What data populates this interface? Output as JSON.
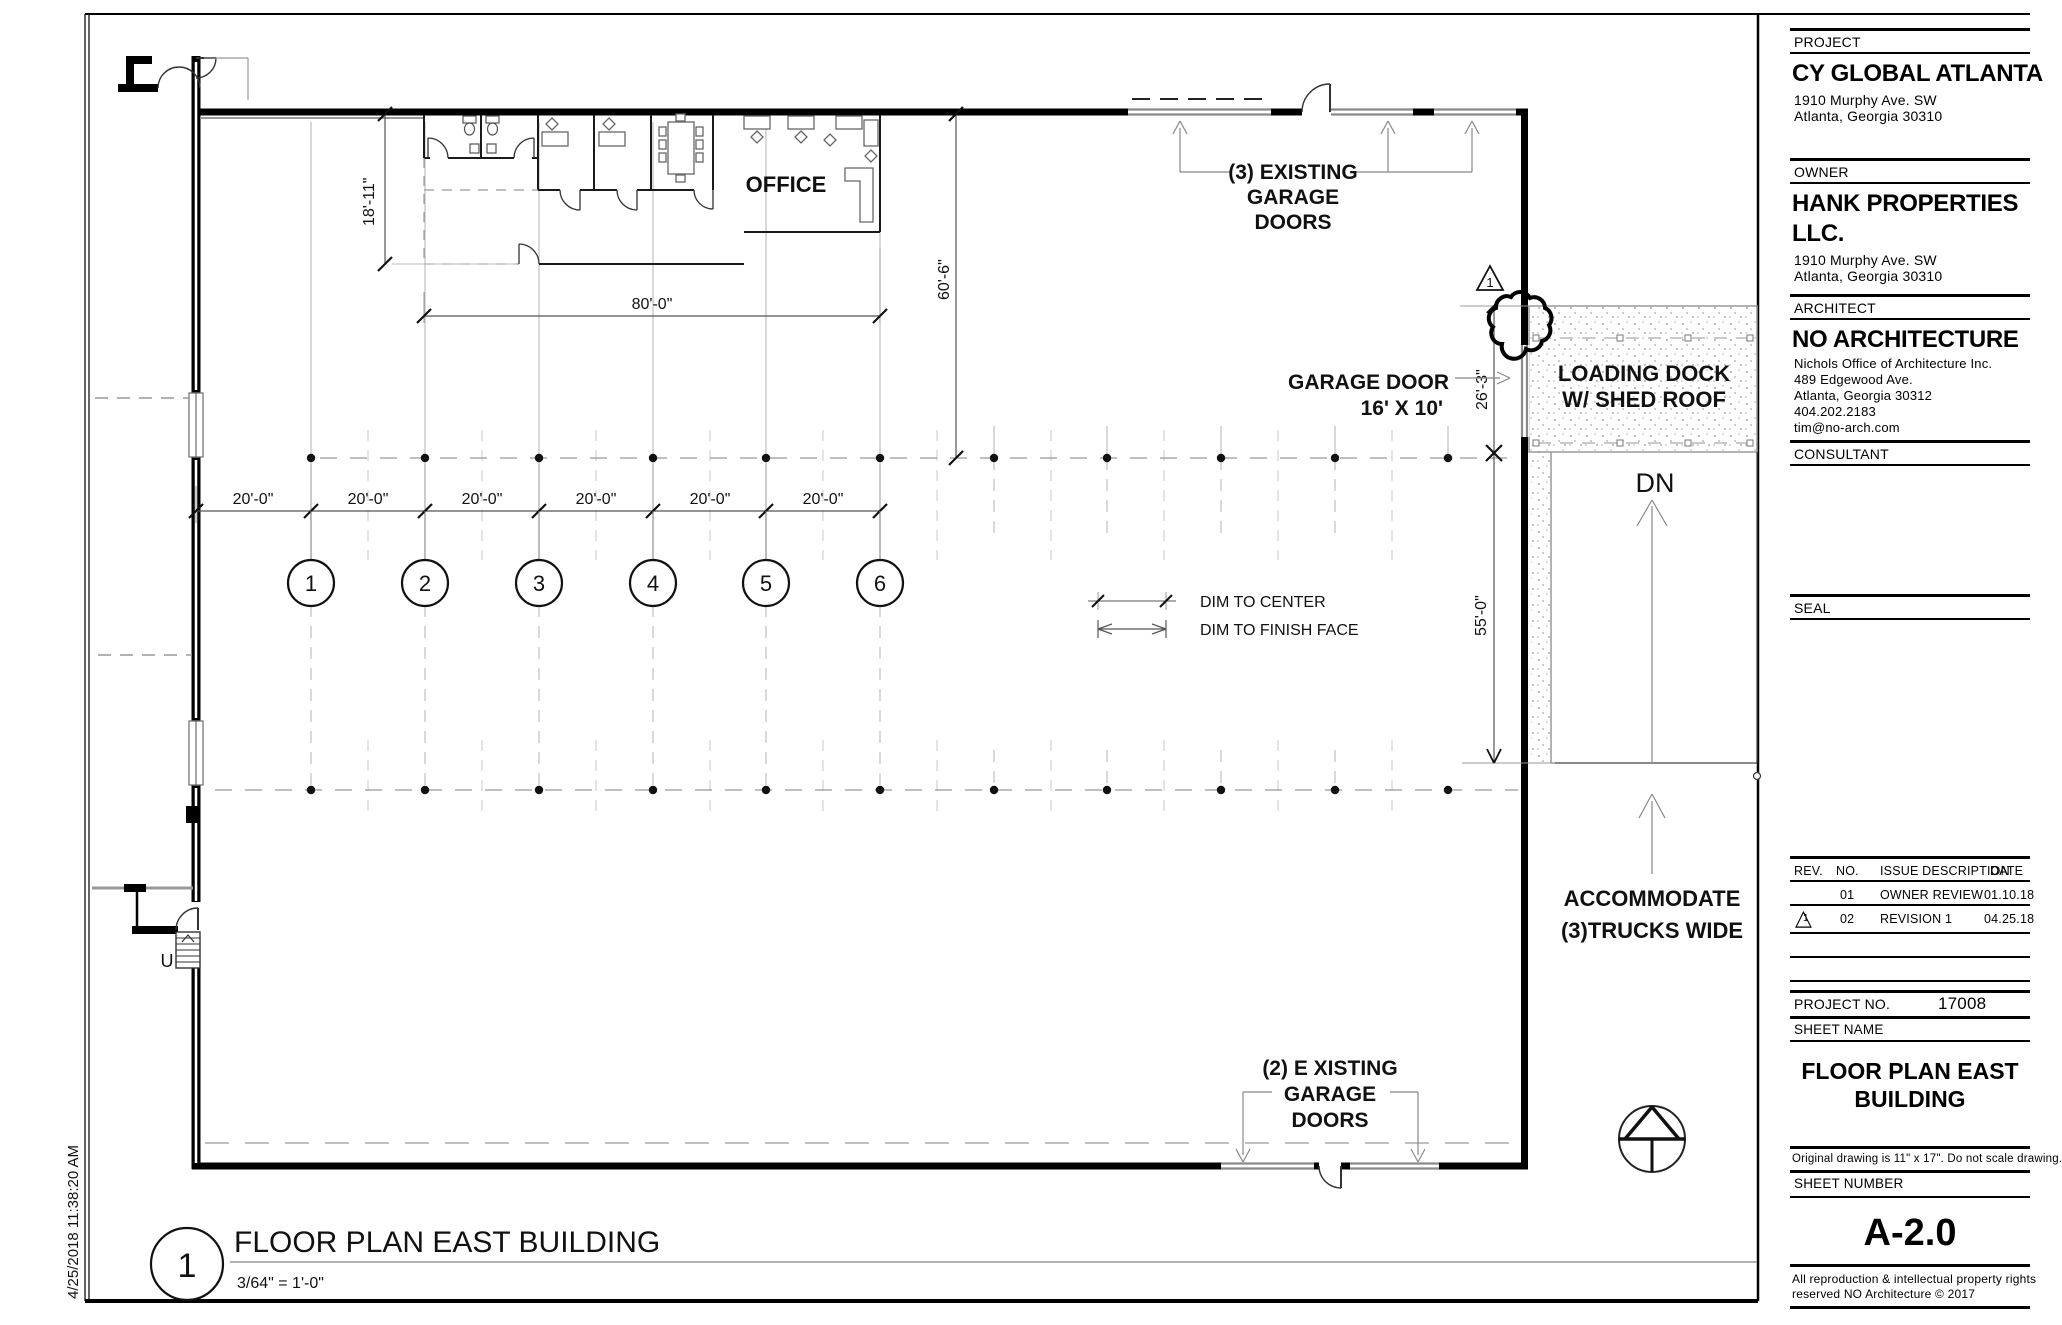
{
  "sheet": {
    "plan_number": "1",
    "plan_title": "FLOOR PLAN EAST BUILDING",
    "plan_scale": "3/64\" = 1'-0\"",
    "print_date": "4/25/2018 11:38:20 AM"
  },
  "title_block": {
    "project_label": "PROJECT",
    "project_name": "CY GLOBAL ATLANTA",
    "project_address1": "1910 Murphy Ave. SW",
    "project_address2": "Atlanta, Georgia 30310",
    "owner_label": "OWNER",
    "owner_name1": "HANK PROPERTIES",
    "owner_name2": "LLC.",
    "owner_address1": "1910 Murphy Ave. SW",
    "owner_address2": "Atlanta, Georgia 30310",
    "architect_label": "ARCHITECT",
    "architect_name": "NO ARCHITECTURE",
    "architect_info": [
      "Nichols Office of Architecture Inc.",
      "489 Edgewood Ave.",
      "Atlanta, Georgia 30312",
      "404.202.2183",
      "tim@no-arch.com"
    ],
    "consultant_label": "CONSULTANT",
    "seal_label": "SEAL",
    "revision_table": {
      "headers": {
        "rev": "REV.",
        "no": "NO.",
        "desc": "ISSUE DESCRIPTION",
        "date": "DATE"
      },
      "rows": [
        {
          "rev": "",
          "no": "01",
          "desc": "OWNER REVIEW",
          "date": "01.10.18"
        },
        {
          "rev": "1",
          "no": "02",
          "desc": "REVISION 1",
          "date": "04.25.18"
        }
      ]
    },
    "project_no_label": "PROJECT NO.",
    "project_no": "17008",
    "sheet_name_label": "SHEET NAME",
    "sheet_name1": "FLOOR PLAN EAST",
    "sheet_name2": "BUILDING",
    "disclaimer": "Original drawing is 11\" x 17\". Do not scale drawing.",
    "sheet_number_label": "SHEET NUMBER",
    "sheet_number": "A-2.0",
    "copyright1": "All reproduction & intellectual property rights",
    "copyright2": "reserved NO Architecture © 2017"
  },
  "icons": {
    "revision_delta": "△"
  },
  "plan": {
    "office_label": "OFFICE",
    "garage3_label": [
      "(3) EXISTING",
      "GARAGE",
      "DOORS"
    ],
    "garage2_label": [
      "(2) E XISTING",
      "GARAGE",
      "DOORS"
    ],
    "garage_door_label1": "GARAGE DOOR",
    "garage_door_label2": "16' X 10'",
    "loading_dock_label1": "LOADING DOCK",
    "loading_dock_label2": "W/ SHED ROOF",
    "dn_label": "DN",
    "accommodate1": "ACCOMMODATE",
    "accommodate2": "(3)TRUCKS WIDE",
    "dim_legend1": "DIM TO CENTER",
    "dim_legend2": "DIM TO FINISH FACE",
    "stair_label": "U",
    "rev_cloud_tag": "1",
    "grid_bubbles": [
      "1",
      "2",
      "3",
      "4",
      "5",
      "6"
    ],
    "dims": {
      "bay": [
        "20'-0\"",
        "20'-0\"",
        "20'-0\"",
        "20'-0\"",
        "20'-0\"",
        "20'-0\""
      ],
      "office_depth": "18'-11\"",
      "office_width": "80'-0\"",
      "east_depth": "60'-6\"",
      "dock_depth": "26'-3\"",
      "ramp_depth": "55'-0\""
    }
  }
}
